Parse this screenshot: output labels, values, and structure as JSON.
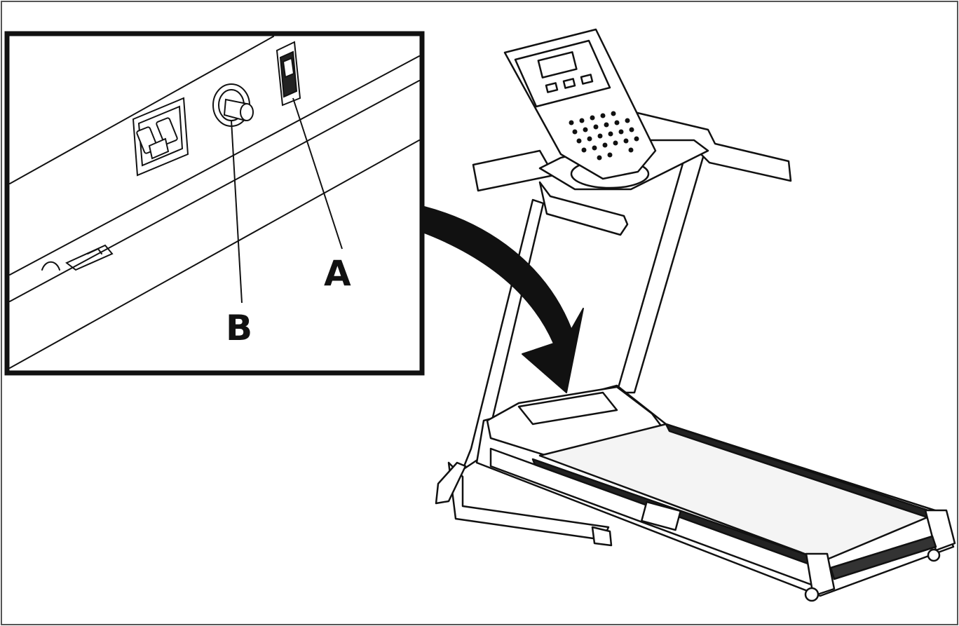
{
  "callouts": {
    "a": {
      "letter": "A",
      "part": "switch"
    },
    "b": {
      "letter": "B",
      "part": "circuit-breaker"
    }
  },
  "colors": {
    "line": "#111111",
    "background": "#ffffff",
    "frame": "#555555"
  },
  "icons": [
    "power-inlet-icon",
    "reset-button-icon",
    "power-switch-icon",
    "treadmill-icon",
    "curved-arrow-icon"
  ]
}
